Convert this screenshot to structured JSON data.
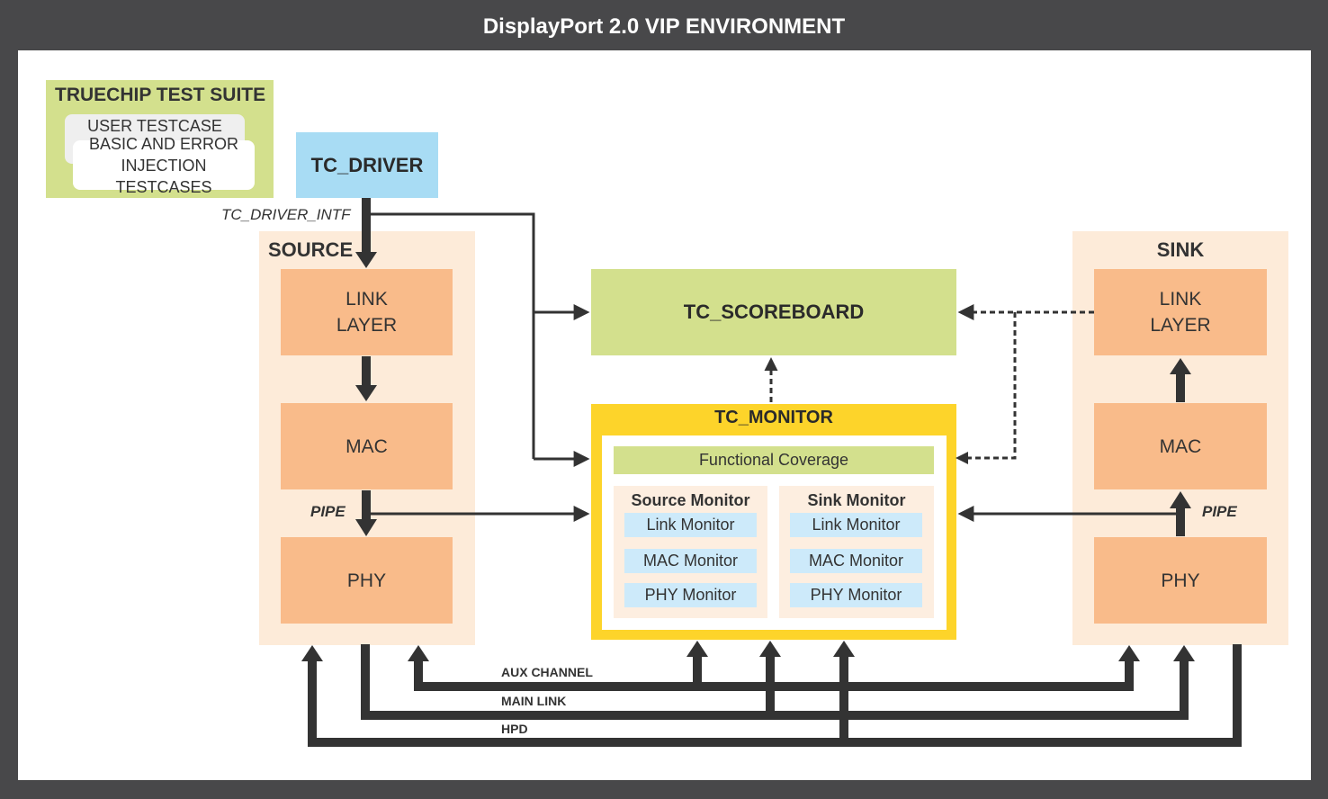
{
  "title": "DisplayPort 2.0 VIP ENVIRONMENT",
  "test_suite": {
    "title": "TRUECHIP TEST SUITE",
    "user_testcase": "USER TESTCASE",
    "basic_testcases_line1": "BASIC AND ERROR",
    "basic_testcases_line2": "INJECTION TESTCASES"
  },
  "driver": {
    "label": "TC_DRIVER",
    "interface_label": "TC_DRIVER_INTF"
  },
  "source": {
    "label": "SOURCE",
    "link_layer_line1": "LINK",
    "link_layer_line2": "LAYER",
    "mac": "MAC",
    "pipe": "PIPE",
    "phy": "PHY"
  },
  "sink": {
    "label": "SINK",
    "link_layer_line1": "LINK",
    "link_layer_line2": "LAYER",
    "mac": "MAC",
    "pipe": "PIPE",
    "phy": "PHY"
  },
  "scoreboard": {
    "label": "TC_SCOREBOARD"
  },
  "monitor": {
    "label": "TC_MONITOR",
    "functional_coverage": "Functional Coverage",
    "source_monitor": {
      "title": "Source Monitor",
      "items": [
        "Link Monitor",
        "MAC Monitor",
        "PHY Monitor"
      ]
    },
    "sink_monitor": {
      "title": "Sink Monitor",
      "items": [
        "Link Monitor",
        "MAC Monitor",
        "PHY Monitor"
      ]
    }
  },
  "buses": {
    "aux": "AUX CHANNEL",
    "main": "MAIN LINK",
    "hpd": "HPD"
  },
  "colors": {
    "frame": "#48484a",
    "test_suite": "#d3e08d",
    "driver": "#a8dcf4",
    "group": "#fdebd9",
    "layer": "#f9bb8a",
    "scoreboard": "#d3e08d",
    "monitor": "#fdd42a",
    "monitor_item": "#cdeafa",
    "wire": "#333333"
  }
}
